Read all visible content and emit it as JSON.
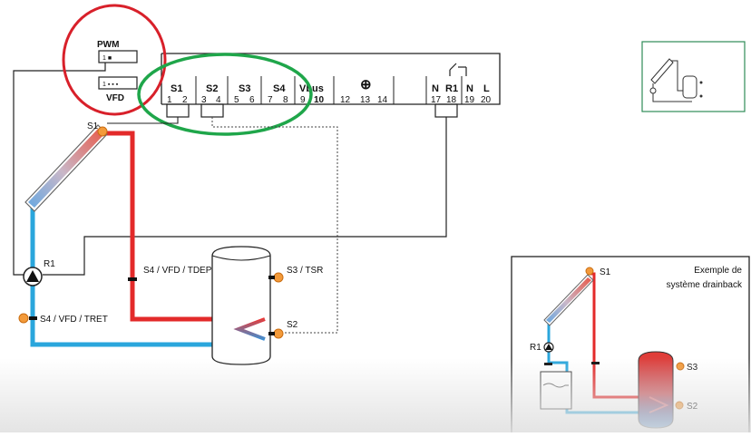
{
  "controller": {
    "pwm_label": "PWM",
    "vfd_label": "VFD",
    "pwm_pins": "1 ■",
    "vfd_pins": "1 ▪ ▪ ▪",
    "top_labels": [
      "S1",
      "S2",
      "S3",
      "S4",
      "Vbus"
    ],
    "right_top_labels": [
      "N",
      "R1",
      "N",
      "L"
    ],
    "terminals": [
      "1",
      "2",
      "3",
      "4",
      "5",
      "6",
      "7",
      "8",
      "9",
      "10",
      "12",
      "13",
      "14",
      "17",
      "18",
      "19",
      "20"
    ],
    "ground_symbol": "⊕"
  },
  "diagram": {
    "sensor_s1": "S1",
    "pump_r1": "R1",
    "label_tdep": "S4 / VFD / TDEP",
    "label_tret": "S4 / VFD / TRET",
    "label_tsr": "S3 / TSR",
    "sensor_s2": "S2"
  },
  "inset": {
    "title_line1": "Exemple de",
    "title_line2": "système drainback",
    "s1": "S1",
    "r1": "R1",
    "s3": "S3",
    "s2": "S2"
  },
  "colors": {
    "hot_pipe": "#e32a2a",
    "cold_pipe": "#2aa6dc",
    "sensor": "#f39a3a",
    "highlight_red": "#d8202a",
    "highlight_green": "#1fa64a",
    "thumbnail_border": "#2e8b57"
  }
}
